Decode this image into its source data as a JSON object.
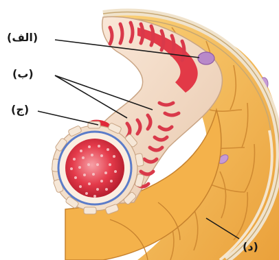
{
  "labels": {
    "alef": "(الف)",
    "be": "(ب)",
    "jim": "(ج)",
    "dal": "(د)"
  },
  "colors": {
    "tubule_tissue": "#f2dcc6",
    "tubule_red": "#e0283a",
    "basement_membrane": "#5b7cc9",
    "surrounding_cells": "#f6bf57",
    "capillary_nucleus": "#b889c9"
  }
}
